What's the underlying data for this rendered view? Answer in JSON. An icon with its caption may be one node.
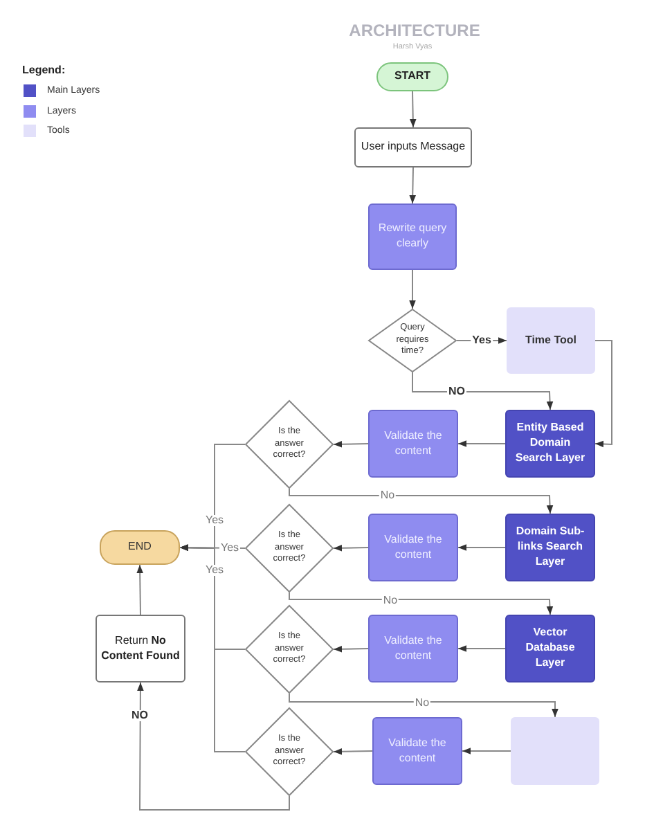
{
  "diagram": {
    "title": "ARCHITECTURE",
    "caption": "Harsh Vyas",
    "nodes": [
      {
        "text": [
          "START"
        ]
      },
      {
        "text": [
          "User inputs Message"
        ]
      },
      {
        "text": [
          "Rewrite query clearly"
        ]
      },
      {
        "text": [
          "Query requires time?"
        ]
      },
      {
        "text": [
          "Time Tool"
        ]
      },
      {
        "text": [
          "Entity Based Domain Search Layer"
        ]
      },
      {
        "text": [
          "Validate the content"
        ]
      },
      {
        "text": [
          "Is the answer correct?"
        ]
      },
      {
        "text": [
          "Domain Sub-links Search Layer"
        ]
      },
      {
        "text": [
          "Validate the content"
        ]
      },
      {
        "text": [
          "Is the answer correct?"
        ]
      },
      {
        "text": [
          "Vector Database Layer"
        ]
      },
      {
        "text": [
          "Validate the content"
        ]
      },
      {
        "text": [
          "Is the answer correct?"
        ]
      },
      {
        "text": [],
        "shape": "box"
      },
      {
        "text": [
          "Validate the content"
        ]
      },
      {
        "text": [
          "Is the answer correct?"
        ]
      },
      {
        "text": [
          "END"
        ]
      },
      {
        "text": [
          "Return **No Content Found**"
        ]
      }
    ],
    "edges": [
      {
        "from": 0,
        "to": 1,
        "arrow": "to"
      },
      {
        "from": 1,
        "to": 2,
        "arrow": "to"
      },
      {
        "from": 2,
        "to": 3,
        "arrow": "to"
      },
      {
        "from": 3,
        "to": 4,
        "arrow": "to",
        "label": "Yes"
      },
      {
        "from": 3,
        "to": 5,
        "arrow": "to",
        "label": "NO"
      },
      {
        "from": 4,
        "to": 5,
        "arrow": "to"
      },
      {
        "from": 5,
        "to": 6,
        "arrow": "to"
      },
      {
        "from": 6,
        "to": 7,
        "arrow": "to"
      },
      {
        "from": 7,
        "to": 8,
        "arrow": "to",
        "label": "No"
      },
      {
        "from": 8,
        "to": 9,
        "arrow": "to"
      },
      {
        "from": 9,
        "to": 10,
        "arrow": "to"
      },
      {
        "from": 10,
        "to": 11,
        "arrow": "to",
        "label": "No"
      },
      {
        "from": 11,
        "to": 12,
        "arrow": "to"
      },
      {
        "from": 12,
        "to": 13,
        "arrow": "to"
      },
      {
        "from": 13,
        "to": 14,
        "arrow": "to",
        "label": "No"
      },
      {
        "from": 14,
        "to": 15,
        "arrow": "to"
      },
      {
        "from": 15,
        "to": 16,
        "arrow": "to"
      },
      {
        "from": 7,
        "to": 17,
        "arrow": "to",
        "label": "Yes"
      },
      {
        "from": 10,
        "to": 17,
        "arrow": "to",
        "label": "Yes"
      },
      {
        "from": 13,
        "to": 17,
        "arrow": "to",
        "label": "Yes"
      },
      {
        "from": 16,
        "to": 17,
        "arrow": "to"
      },
      {
        "from": 16,
        "to": 18,
        "arrow": "to",
        "label": "NO"
      },
      {
        "from": 18,
        "to": 17,
        "arrow": "to"
      }
    ],
    "legend": [
      {
        "text": "Main Layers",
        "color": "#5151c6"
      },
      {
        "text": "Layers",
        "color": "#8f8cf0"
      },
      {
        "text": "Tools",
        "color": "#e2e0fa"
      }
    ],
    "labels": [
      "Legend:"
    ]
  }
}
